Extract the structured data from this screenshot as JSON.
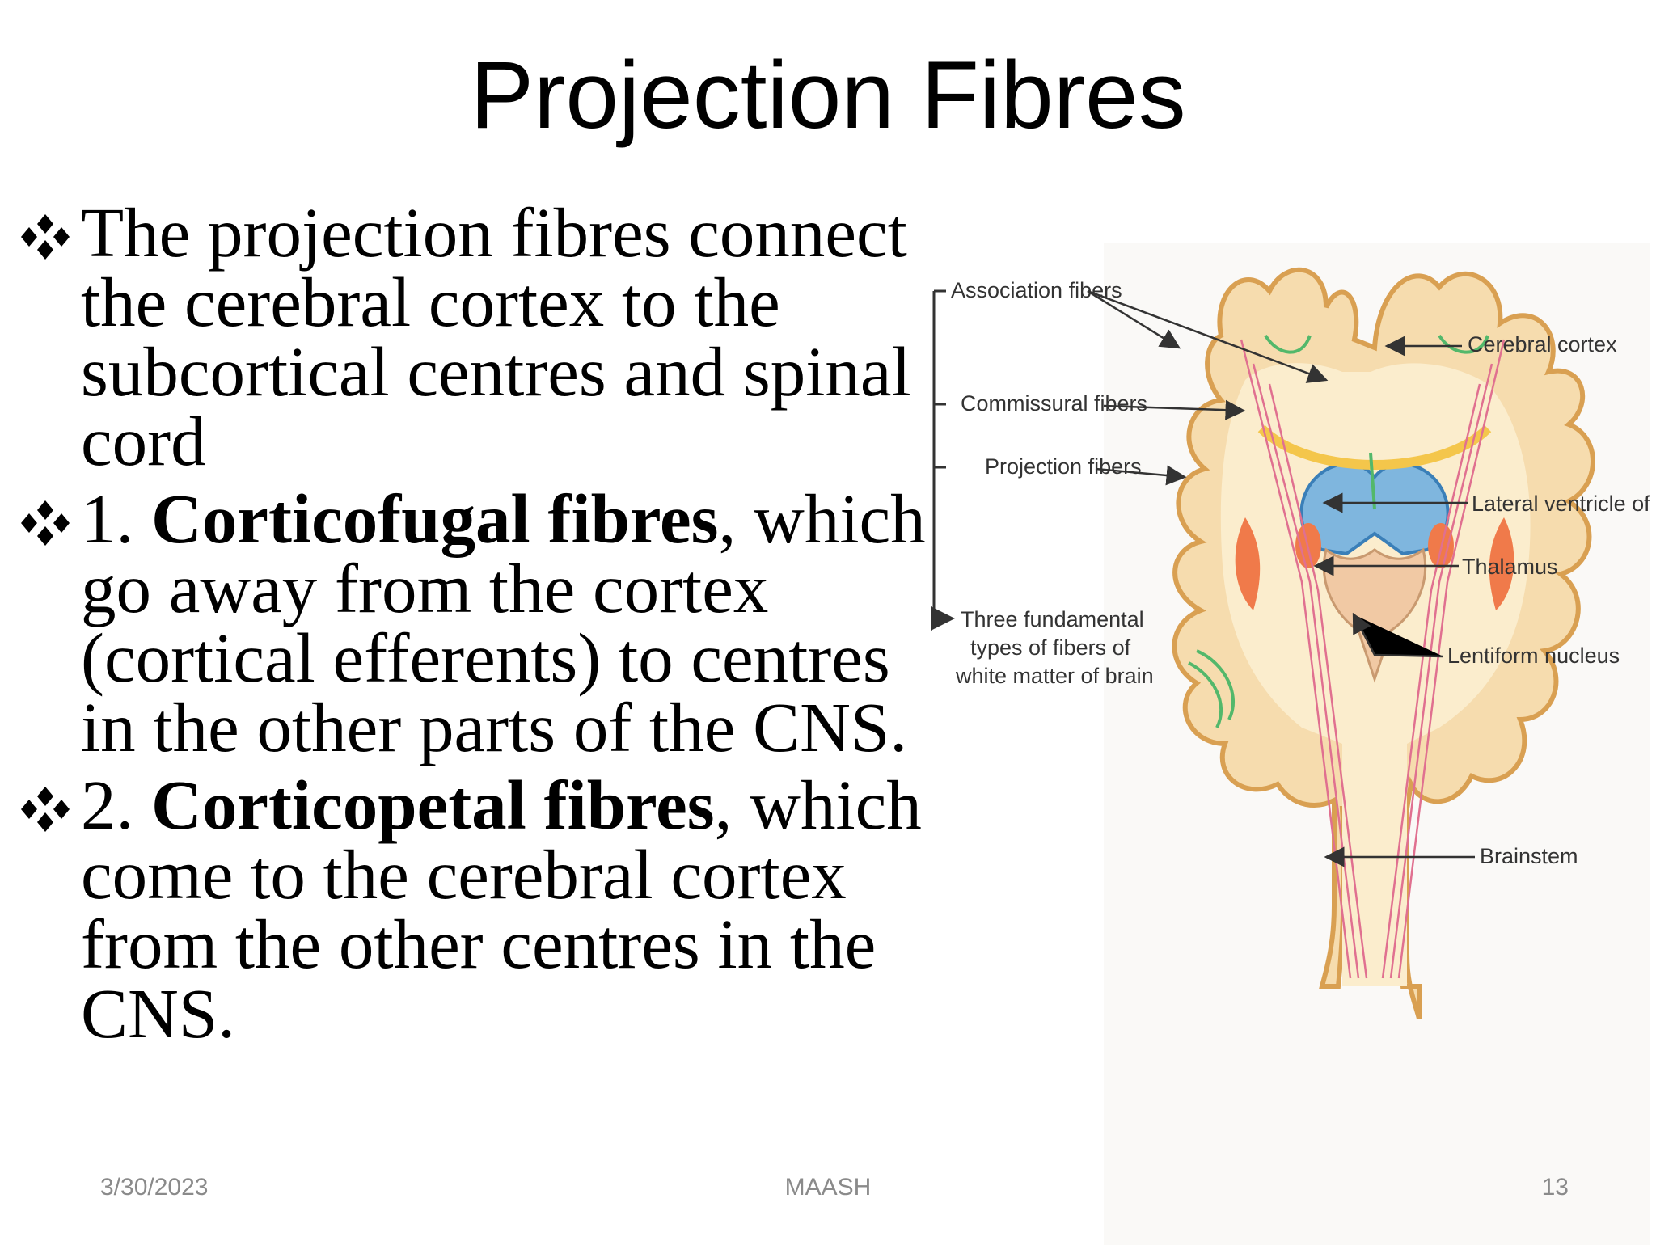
{
  "slide": {
    "title": "Projection Fibres",
    "bullets": [
      {
        "prefix": "",
        "bold": "",
        "text": "The projection fibres connect the cerebral cortex to the subcortical centres and spinal cord"
      },
      {
        "prefix": " 1. ",
        "bold": "Corticofugal fibres",
        "text": ", which go away from the cortex (cortical efferents) to centres in the other parts of the CNS."
      },
      {
        "prefix": "2. ",
        "bold": "Corticopetal fibres",
        "text": ", which come to the cerebral cortex from the other centres in the CNS."
      }
    ],
    "footer": {
      "date": "3/30/2023",
      "center": "MAASH",
      "page": "13"
    }
  },
  "diagram": {
    "labels": {
      "association": "Association fibers",
      "commissural": "Commissural fibers",
      "projection": "Projection fibers",
      "three_line1": "Three fundamental",
      "three_line2": "types of fibers of",
      "three_line3": "white matter of brain",
      "cortex": "Cerebral cortex",
      "ventricle": "Lateral ventricle of brain",
      "thalamus": "Thalamus",
      "lentiform": "Lentiform nucleus",
      "brainstem": "Brainstem"
    }
  }
}
